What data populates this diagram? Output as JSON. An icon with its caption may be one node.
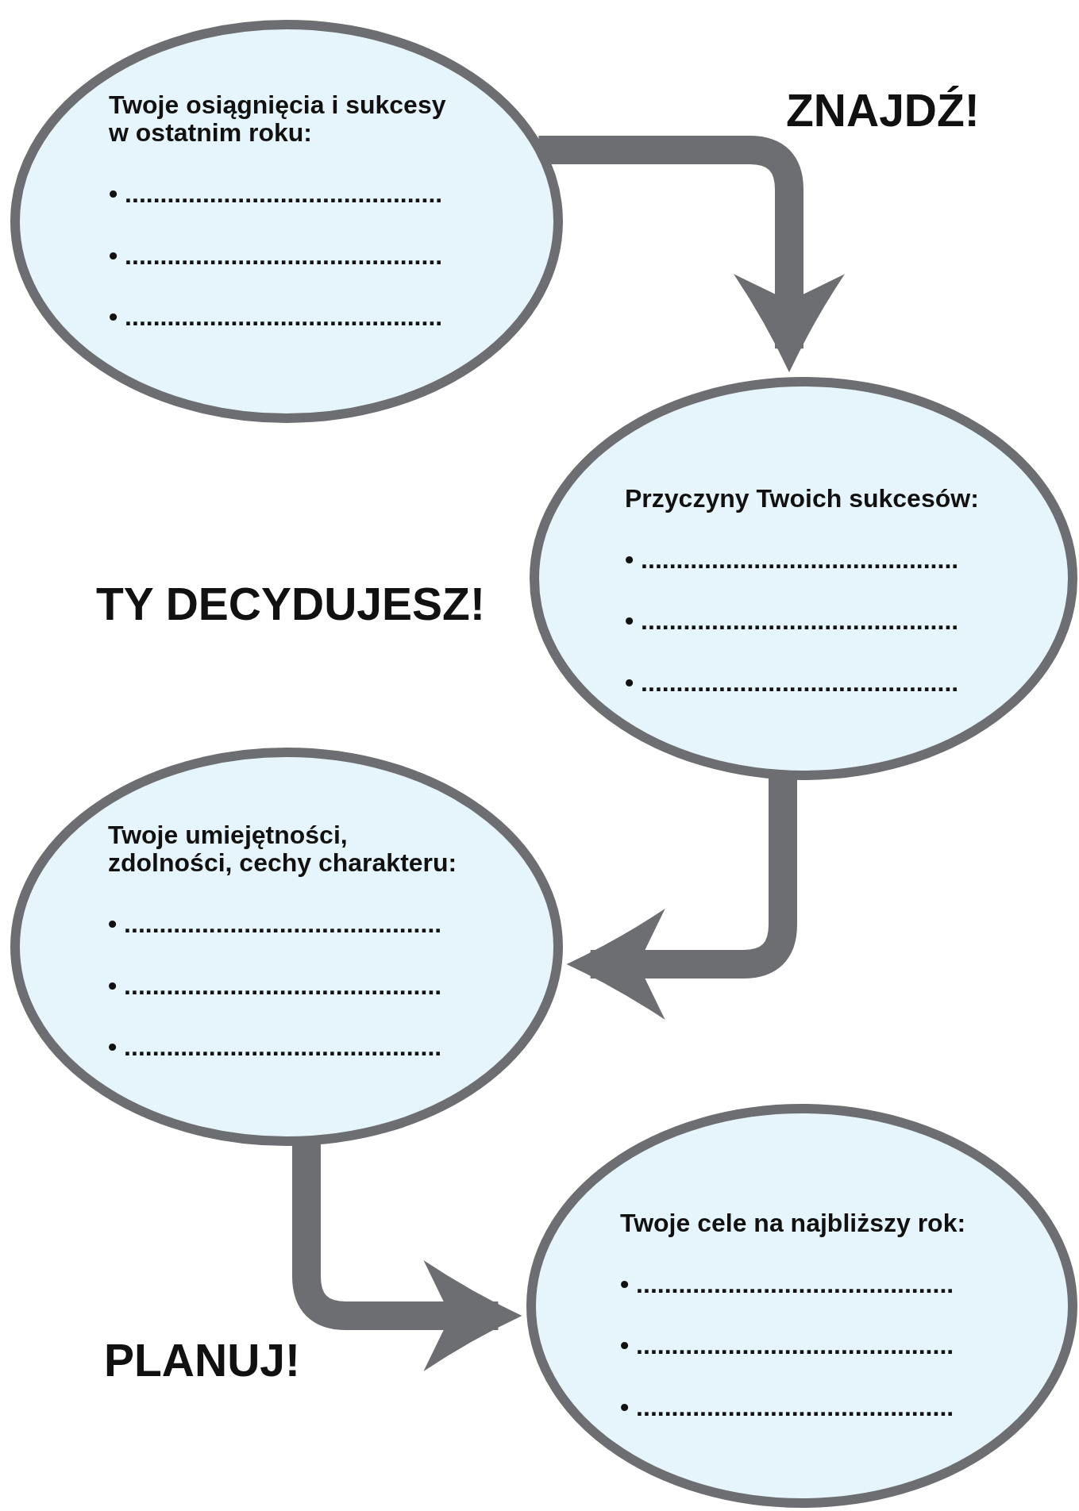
{
  "diagram": {
    "nodes": [
      {
        "text": [
          "Twoje osiągnięcia i sukcesy w ostatnim roku:",
          "• .............................................",
          "• .............................................",
          "• ............................................."
        ]
      },
      {
        "text": [
          "Przyczyny Twoich sukcesów:",
          "• .............................................",
          "• .............................................",
          "• ............................................."
        ]
      },
      {
        "text": [
          "Twoje umiejętności, zdolności, cechy charakteru:",
          "• .............................................",
          "• .............................................",
          "• ............................................."
        ]
      },
      {
        "text": [
          "Twoje cele na najbliższy rok:",
          "• .............................................",
          "• .............................................",
          "• ............................................."
        ]
      }
    ],
    "edges": [
      {
        "from": 0,
        "to": 1,
        "arrow": "to"
      },
      {
        "from": 1,
        "to": 2,
        "arrow": "to"
      },
      {
        "from": 2,
        "to": 3,
        "arrow": "to"
      }
    ],
    "labels": [
      "ZNAJDŹ!",
      "TY DECYDUJESZ!",
      "PLANUJ!"
    ]
  }
}
